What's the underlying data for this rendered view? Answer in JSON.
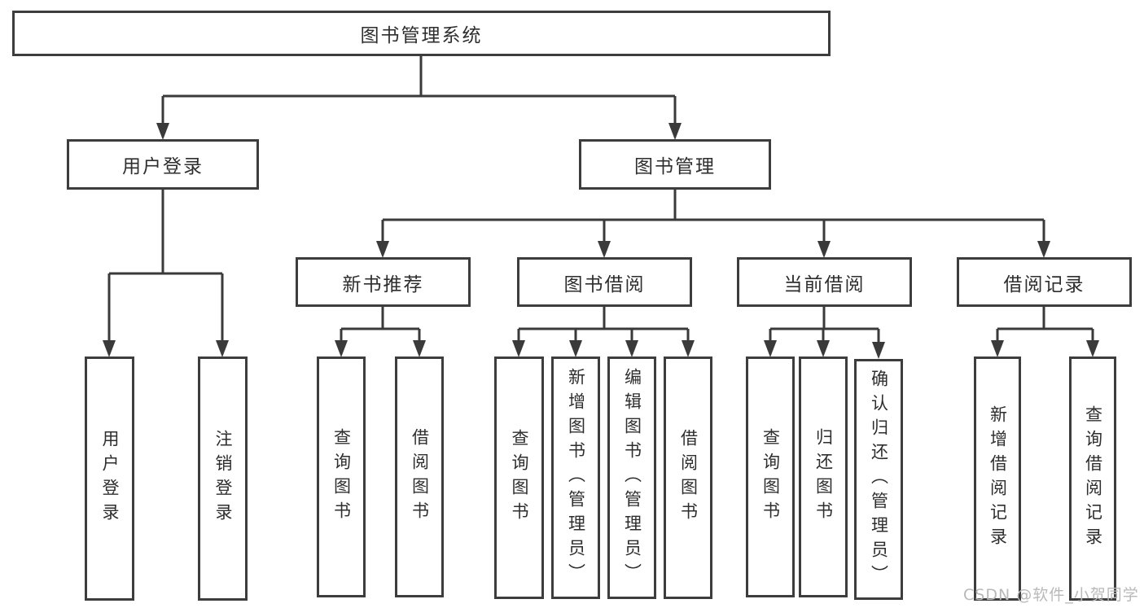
{
  "diagram": {
    "nodes": {
      "root": "图书管理系统",
      "user_login": "用户登录",
      "book_management": "图书管理",
      "new_book_recommend": "新书推荐",
      "book_borrowing": "图书借阅",
      "current_borrowing": "当前借阅",
      "borrowing_records": "借阅记录",
      "user_login_children": [
        "用户登录",
        "注销登录"
      ],
      "new_book_children": [
        "查询图书",
        "借阅图书"
      ],
      "borrowing_children": [
        "查询图书",
        "新增图书（管理员）",
        "编辑图书（管理员）",
        "借阅图书"
      ],
      "current_children": [
        "查询图书",
        "归还图书",
        "确认归还（管理员）"
      ],
      "records_children": [
        "新增借阅记录",
        "查询借阅记录"
      ]
    },
    "watermark": "CSDN @软件_小贺同学",
    "colors": {
      "line": "#3a3a3a",
      "border": "#3d3d3d",
      "text": "#2e2e2e",
      "watermark": "#b9b9b9",
      "background": "#ffffff"
    }
  }
}
